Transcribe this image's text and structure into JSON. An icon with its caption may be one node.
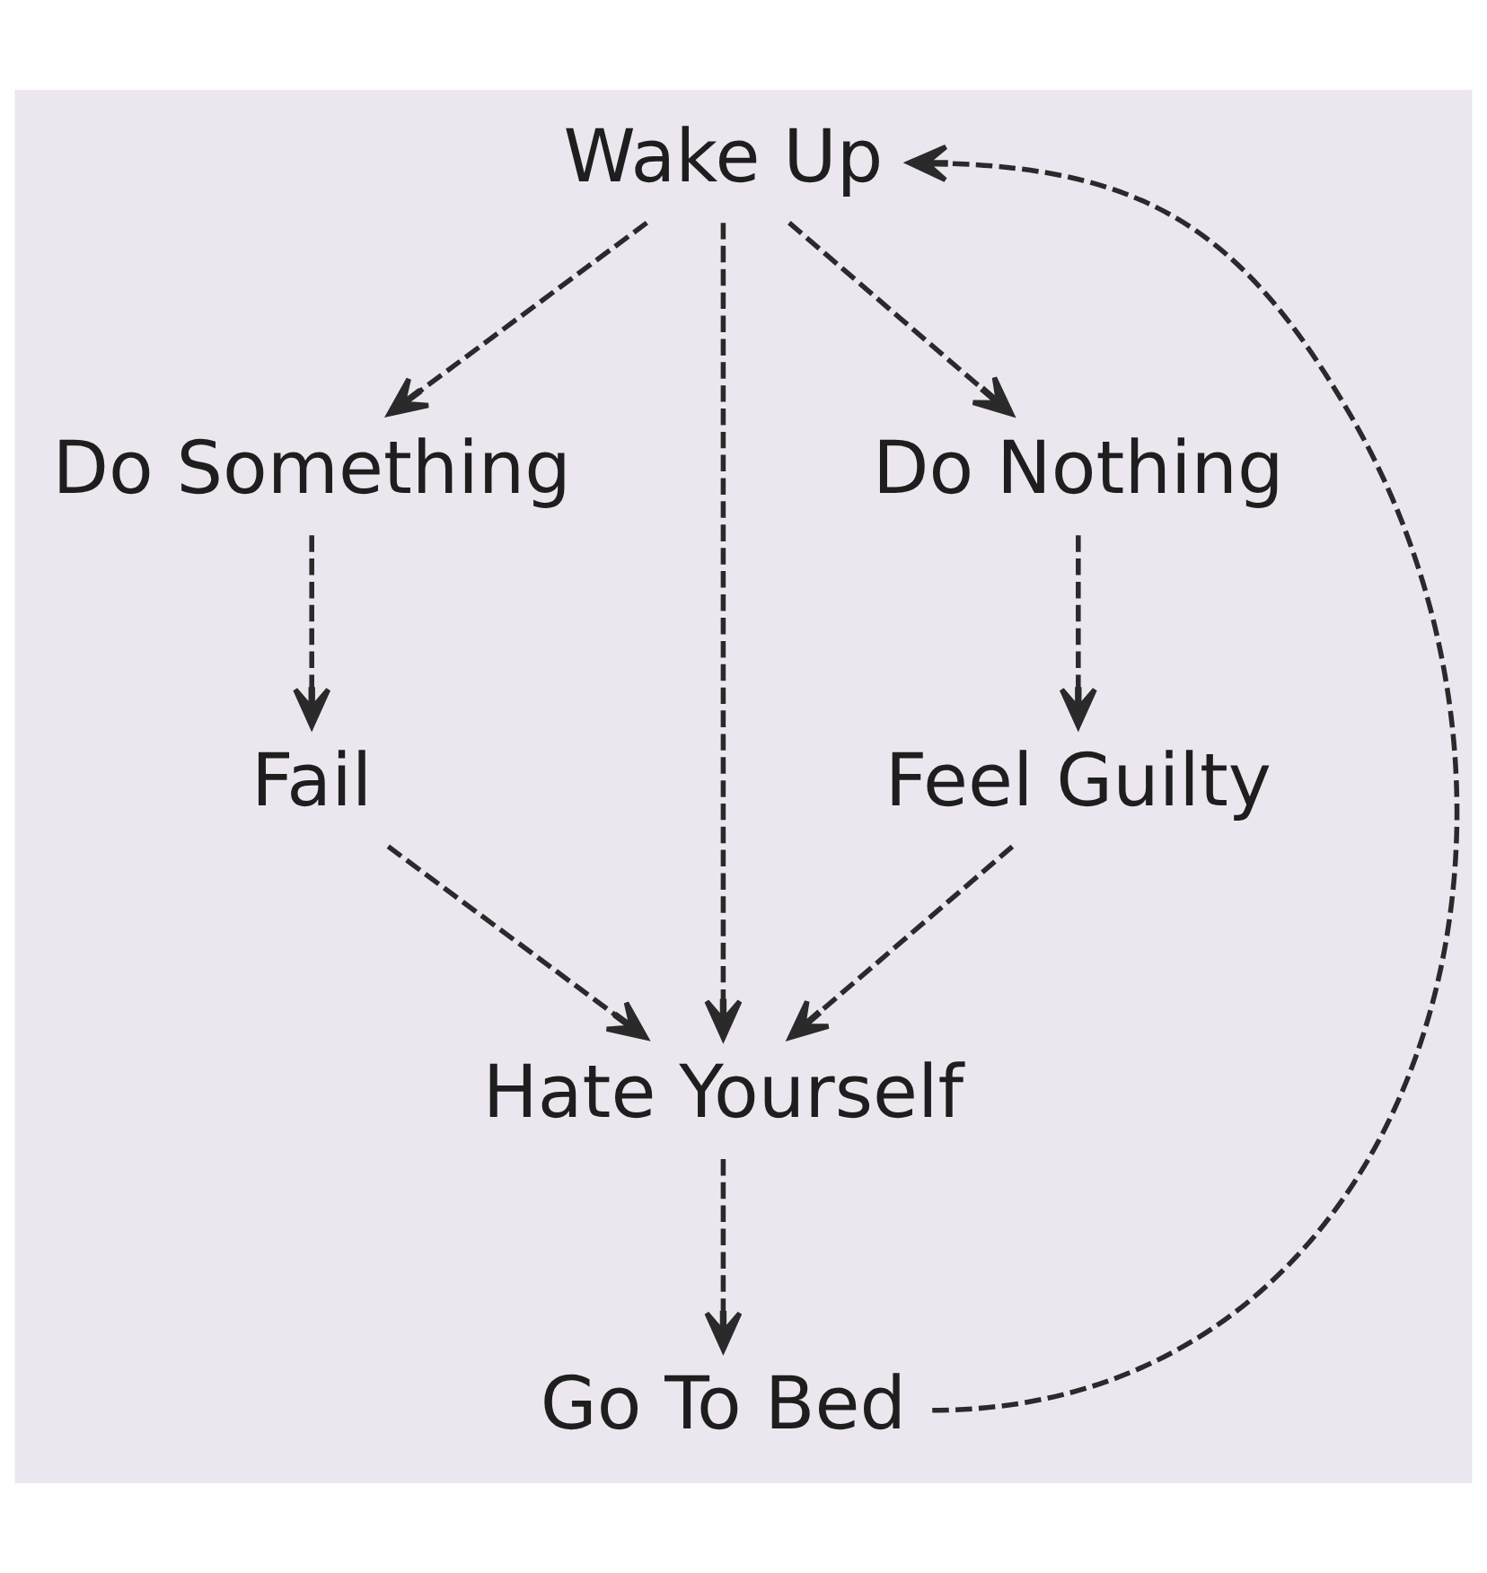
{
  "diagram": {
    "nodes": [
      {
        "text": [
          "Wake Up"
        ]
      },
      {
        "text": [
          "Do Something"
        ]
      },
      {
        "text": [
          "Do Nothing"
        ]
      },
      {
        "text": [
          "Fail"
        ]
      },
      {
        "text": [
          "Feel Guilty"
        ]
      },
      {
        "text": [
          "Hate Yourself"
        ]
      },
      {
        "text": [
          "Go To Bed"
        ]
      }
    ],
    "edges": [
      {
        "from": 0,
        "to": 1,
        "arrow": "to",
        "style": "dashed"
      },
      {
        "from": 0,
        "to": 5,
        "arrow": "to",
        "style": "dashed"
      },
      {
        "from": 0,
        "to": 2,
        "arrow": "to",
        "style": "dashed"
      },
      {
        "from": 1,
        "to": 3,
        "arrow": "to",
        "style": "dashed"
      },
      {
        "from": 2,
        "to": 4,
        "arrow": "to",
        "style": "dashed"
      },
      {
        "from": 3,
        "to": 5,
        "arrow": "to",
        "style": "dashed"
      },
      {
        "from": 4,
        "to": 5,
        "arrow": "to",
        "style": "dashed"
      },
      {
        "from": 5,
        "to": 6,
        "arrow": "to",
        "style": "dashed"
      },
      {
        "from": 6,
        "to": 0,
        "arrow": "to",
        "style": "dashed"
      }
    ]
  }
}
